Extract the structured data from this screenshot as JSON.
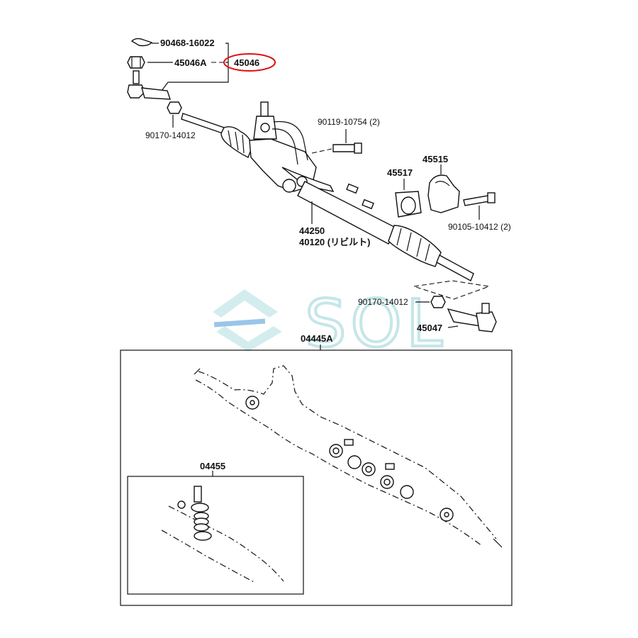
{
  "callouts": {
    "c_90468_16022": "90468-16022",
    "c_45046A": "45046A",
    "c_45046": "45046",
    "c_90170_14012_left": "90170-14012",
    "c_90119_10754": "90119-10754 (2)",
    "c_45515": "45515",
    "c_45517": "45517",
    "c_90105_10412": "90105-10412 (2)",
    "c_44250": "44250",
    "c_40120": "40120 (リビルト)",
    "c_90170_14012_right": "90170-14012",
    "c_45047": "45047",
    "c_04445A": "04445A",
    "c_04455": "04455"
  },
  "watermark": {
    "text": "SOL",
    "color": "#bfe4e6",
    "accent_color": "#7fb3e0"
  },
  "highlight": {
    "color": "#e01010"
  }
}
